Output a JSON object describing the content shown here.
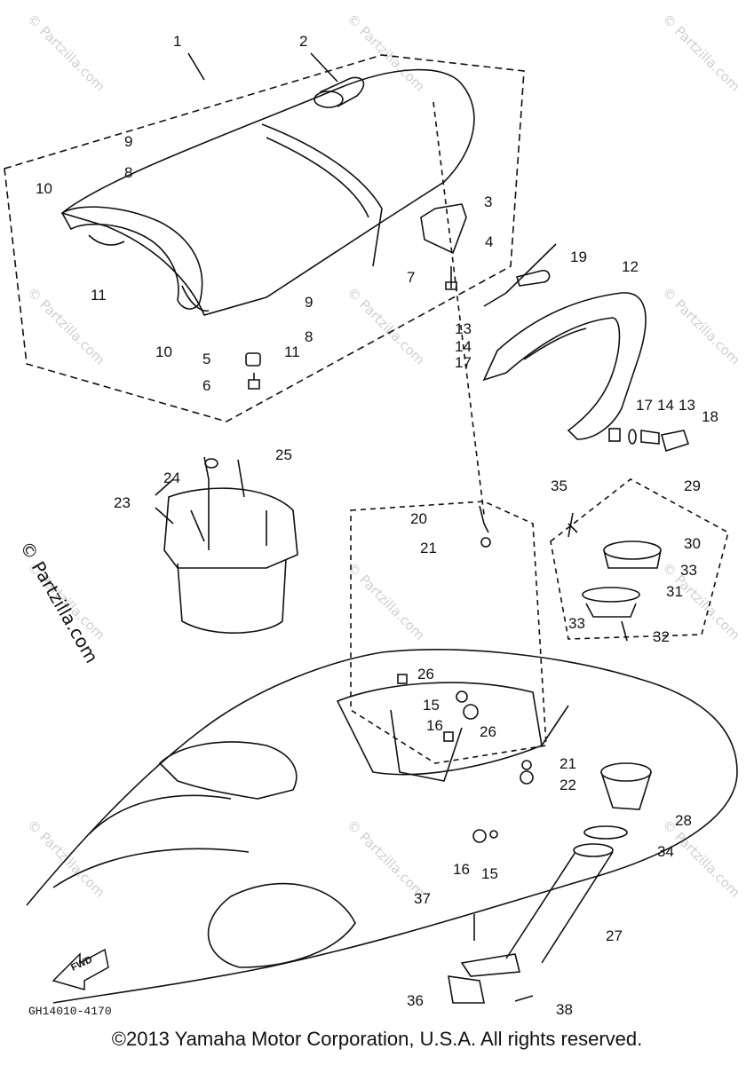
{
  "diagram": {
    "callouts": [
      {
        "id": "c1",
        "label": "1"
      },
      {
        "id": "c2",
        "label": "2"
      },
      {
        "id": "c3",
        "label": "3"
      },
      {
        "id": "c4",
        "label": "4"
      },
      {
        "id": "c5",
        "label": "5"
      },
      {
        "id": "c6",
        "label": "6"
      },
      {
        "id": "c7",
        "label": "7"
      },
      {
        "id": "c8a",
        "label": "8"
      },
      {
        "id": "c8b",
        "label": "8"
      },
      {
        "id": "c9a",
        "label": "9"
      },
      {
        "id": "c9b",
        "label": "9"
      },
      {
        "id": "c10a",
        "label": "10"
      },
      {
        "id": "c10b",
        "label": "10"
      },
      {
        "id": "c11a",
        "label": "11"
      },
      {
        "id": "c11b",
        "label": "11"
      },
      {
        "id": "c12",
        "label": "12"
      },
      {
        "id": "c13a",
        "label": "13"
      },
      {
        "id": "c13b",
        "label": "13"
      },
      {
        "id": "c14a",
        "label": "14"
      },
      {
        "id": "c14b",
        "label": "14"
      },
      {
        "id": "c15a",
        "label": "15"
      },
      {
        "id": "c15b",
        "label": "15"
      },
      {
        "id": "c16a",
        "label": "16"
      },
      {
        "id": "c16b",
        "label": "16"
      },
      {
        "id": "c17a",
        "label": "17"
      },
      {
        "id": "c17b",
        "label": "17"
      },
      {
        "id": "c18",
        "label": "18"
      },
      {
        "id": "c19",
        "label": "19"
      },
      {
        "id": "c20",
        "label": "20"
      },
      {
        "id": "c21a",
        "label": "21"
      },
      {
        "id": "c21b",
        "label": "21"
      },
      {
        "id": "c22",
        "label": "22"
      },
      {
        "id": "c23",
        "label": "23"
      },
      {
        "id": "c24",
        "label": "24"
      },
      {
        "id": "c25",
        "label": "25"
      },
      {
        "id": "c26a",
        "label": "26"
      },
      {
        "id": "c26b",
        "label": "26"
      },
      {
        "id": "c27",
        "label": "27"
      },
      {
        "id": "c28",
        "label": "28"
      },
      {
        "id": "c29",
        "label": "29"
      },
      {
        "id": "c30",
        "label": "30"
      },
      {
        "id": "c31",
        "label": "31"
      },
      {
        "id": "c32",
        "label": "32"
      },
      {
        "id": "c33a",
        "label": "33"
      },
      {
        "id": "c33b",
        "label": "33"
      },
      {
        "id": "c34",
        "label": "34"
      },
      {
        "id": "c35",
        "label": "35"
      },
      {
        "id": "c36",
        "label": "36"
      },
      {
        "id": "c37",
        "label": "37"
      },
      {
        "id": "c38",
        "label": "38"
      }
    ],
    "fwd_label": "FWD",
    "drawing_code": "GH14010-4170",
    "side_watermark": "© Partzilla.com",
    "watermark_text": "© Partzilla.com"
  },
  "footer": {
    "copyright": "©2013 Yamaha Motor Corporation, U.S.A. All rights reserved."
  }
}
